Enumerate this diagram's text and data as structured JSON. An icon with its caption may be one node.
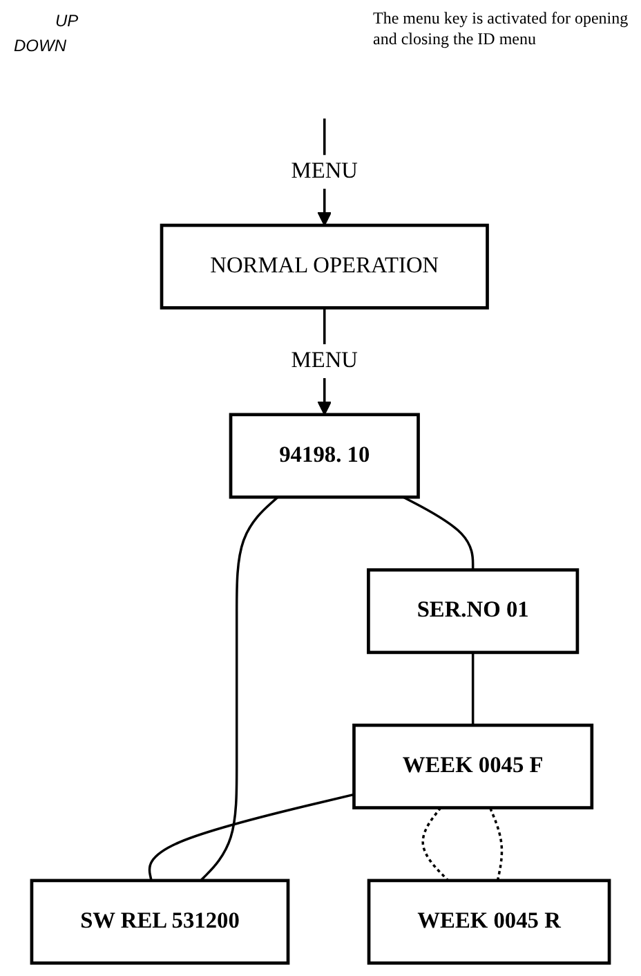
{
  "diagram": {
    "nodes": [
      {
        "text": [
          "NORMAL OPERATION"
        ]
      },
      {
        "text": [
          "94198. 10"
        ]
      },
      {
        "text": [
          "SER.NO 01"
        ]
      },
      {
        "text": [
          "WEEK 0045 F"
        ]
      },
      {
        "text": [
          "WEEK 0045 R"
        ]
      },
      {
        "text": [
          "SW REL 531200"
        ]
      }
    ],
    "edges": [
      {
        "from": 0,
        "to": 1,
        "arrow": "to",
        "label": "MENU"
      },
      {
        "from": null,
        "to": 0,
        "arrow": "to",
        "label": "MENU"
      },
      {
        "from": 1,
        "to": 2,
        "arrow": "none"
      },
      {
        "from": 2,
        "to": 3,
        "arrow": "none"
      },
      {
        "from": 3,
        "to": 5,
        "arrow": "none"
      },
      {
        "from": 5,
        "to": 1,
        "arrow": "none"
      },
      {
        "from": 3,
        "to": 4,
        "arrow": "none",
        "style": "dashed"
      },
      {
        "from": 4,
        "to": 3,
        "arrow": "none",
        "style": "dashed"
      }
    ],
    "labels": [
      "UP",
      "DOWN",
      "The menu key is activated for opening and closing the ID menu"
    ]
  }
}
